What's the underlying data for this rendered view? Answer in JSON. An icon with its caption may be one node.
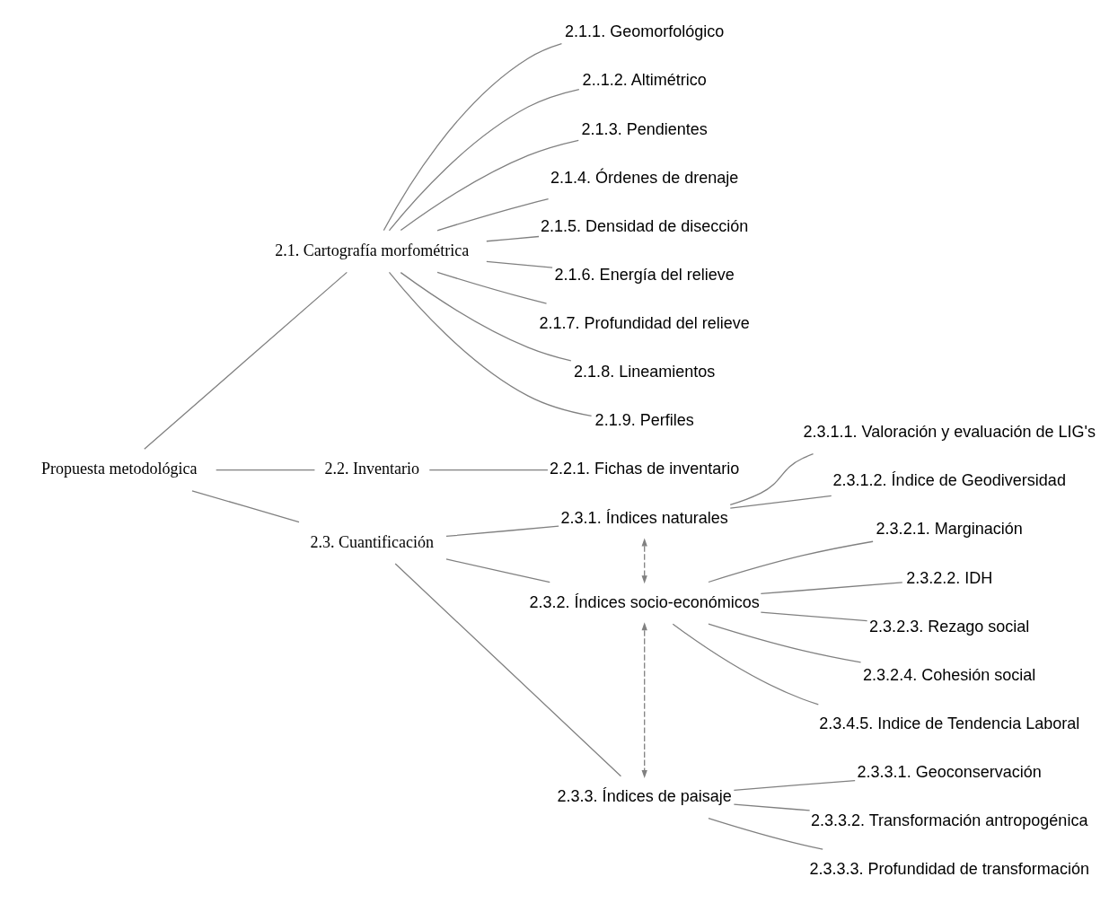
{
  "diagram": {
    "nodes": [
      {
        "text": [
          "Propuesta metodológica"
        ]
      },
      {
        "text": [
          "2.1. Cartografía morfométrica"
        ]
      },
      {
        "text": [
          "2.1.1. Geomorfológico"
        ]
      },
      {
        "text": [
          "2..1.2. Altimétrico"
        ]
      },
      {
        "text": [
          "2.1.3. Pendientes"
        ]
      },
      {
        "text": [
          "2.1.4. Órdenes de drenaje"
        ]
      },
      {
        "text": [
          "2.1.5. Densidad de disección"
        ]
      },
      {
        "text": [
          "2.1.6. Energía del relieve"
        ]
      },
      {
        "text": [
          "2.1.7. Profundidad del relieve"
        ]
      },
      {
        "text": [
          "2.1.8. Lineamientos"
        ]
      },
      {
        "text": [
          "2.1.9. Perfiles"
        ]
      },
      {
        "text": [
          "2.2. Inventario"
        ]
      },
      {
        "text": [
          "2.2.1. Fichas de inventario"
        ]
      },
      {
        "text": [
          "2.3. Cuantificación"
        ]
      },
      {
        "text": [
          "2.3.1. Índices naturales"
        ]
      },
      {
        "text": [
          "2.3.1.1. Valoración y evaluación de LIG's"
        ]
      },
      {
        "text": [
          "2.3.1.2. Índice de Geodiversidad"
        ]
      },
      {
        "text": [
          "2.3.2. Índices socio-económicos"
        ]
      },
      {
        "text": [
          "2.3.2.1. Marginación"
        ]
      },
      {
        "text": [
          "2.3.2.2. IDH"
        ]
      },
      {
        "text": [
          "2.3.2.3. Rezago social"
        ]
      },
      {
        "text": [
          "2.3.2.4. Cohesión social"
        ]
      },
      {
        "text": [
          "2.3.4.5. Indice de Tendencia Laboral"
        ]
      },
      {
        "text": [
          "2.3.3. Índices de paisaje"
        ]
      },
      {
        "text": [
          "2.3.3.1. Geoconservación"
        ]
      },
      {
        "text": [
          "2.3.3.2. Transformación antropogénica"
        ]
      },
      {
        "text": [
          "2.3.3.3. Profundidad de transformación"
        ]
      }
    ],
    "edges": [
      {
        "from": 0,
        "to": 1,
        "arrow": "none"
      },
      {
        "from": 0,
        "to": 11,
        "arrow": "none"
      },
      {
        "from": 0,
        "to": 13,
        "arrow": "none"
      },
      {
        "from": 1,
        "to": 2,
        "arrow": "none"
      },
      {
        "from": 1,
        "to": 3,
        "arrow": "none"
      },
      {
        "from": 1,
        "to": 4,
        "arrow": "none"
      },
      {
        "from": 1,
        "to": 5,
        "arrow": "none"
      },
      {
        "from": 1,
        "to": 6,
        "arrow": "none"
      },
      {
        "from": 1,
        "to": 7,
        "arrow": "none"
      },
      {
        "from": 1,
        "to": 8,
        "arrow": "none"
      },
      {
        "from": 1,
        "to": 9,
        "arrow": "none"
      },
      {
        "from": 1,
        "to": 10,
        "arrow": "none"
      },
      {
        "from": 11,
        "to": 12,
        "arrow": "none"
      },
      {
        "from": 13,
        "to": 14,
        "arrow": "none"
      },
      {
        "from": 13,
        "to": 17,
        "arrow": "none"
      },
      {
        "from": 13,
        "to": 23,
        "arrow": "none"
      },
      {
        "from": 14,
        "to": 15,
        "arrow": "none"
      },
      {
        "from": 14,
        "to": 16,
        "arrow": "none"
      },
      {
        "from": 17,
        "to": 18,
        "arrow": "none"
      },
      {
        "from": 17,
        "to": 19,
        "arrow": "none"
      },
      {
        "from": 17,
        "to": 20,
        "arrow": "none"
      },
      {
        "from": 17,
        "to": 21,
        "arrow": "none"
      },
      {
        "from": 17,
        "to": 22,
        "arrow": "none"
      },
      {
        "from": 23,
        "to": 24,
        "arrow": "none"
      },
      {
        "from": 23,
        "to": 25,
        "arrow": "none"
      },
      {
        "from": 23,
        "to": 26,
        "arrow": "none"
      },
      {
        "from": 14,
        "to": 17,
        "arrow": "both",
        "style": "dashed"
      },
      {
        "from": 17,
        "to": 23,
        "arrow": "both",
        "style": "dashed"
      }
    ]
  }
}
